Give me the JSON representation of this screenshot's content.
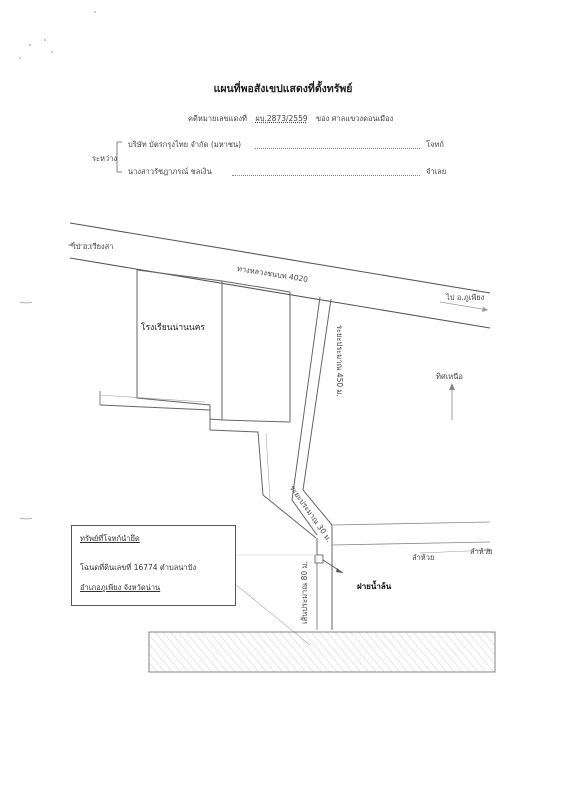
{
  "document": {
    "title": "แผนที่พอสังเขปแสดงที่ตั้งทรัพย์",
    "case_prefix": "คดีหมายเลขแดงที่",
    "case_number": "ผบ.2873/2559",
    "court": "ของ ศาลแขวงดอนเมือง",
    "between_label": "ระหว่าง",
    "plaintiff": "บริษัท บัตรกรุงไทย จำกัด (มหาชน)",
    "plaintiff_role": "โจทก์",
    "defendant": "นางสาวรัชฎาภรณ์ ชลเงิน",
    "defendant_role": "จำเลย"
  },
  "map": {
    "to_west": "ไป อ.เวียงสา",
    "to_east": "ไป อ.ภูเพียง",
    "highway": "ทางหลวงชนบท 4020",
    "hospital": "โรงเรียนน่านนคร",
    "north": "ทิศเหนือ",
    "dist_450": "ระยะประมาณ 450 ม.",
    "dist_30": "ระยะประมาณ 30 ม.",
    "dist_80": "เส้นประมาณ 80 ม.",
    "stream_1": "ลำห้วย",
    "stream_2": "ลำห้วย",
    "weir": "ฝายน้ำล้น"
  },
  "property_box": {
    "title": "ทรัพย์ที่โจทก์นำยึด",
    "deed": "โฉนดที่ดินเลขที่ 16774 ตำบลนาปัง",
    "district": "อำเภอภูเพียง จังหวัดน่าน"
  }
}
